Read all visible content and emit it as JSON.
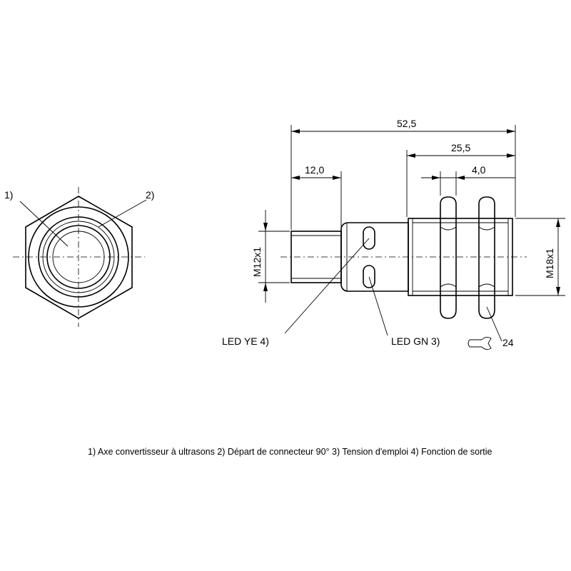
{
  "front_view": {
    "callout_1": "1)",
    "callout_2": "2)"
  },
  "dimensions": {
    "overall_length": "52,5",
    "thread_length": "25,5",
    "connector_length": "12,0",
    "nut_thickness": "4,0",
    "connector_thread": "M12x1",
    "housing_thread": "M18x1"
  },
  "labels": {
    "led_ye": "LED YE 4)",
    "led_gn": "LED GN 3)",
    "wrench_size": "24"
  },
  "footnote": "1) Axe convertisseur à ultrasons  2) Départ de connecteur 90°  3) Tension d'emploi  4) Fonction de sortie"
}
